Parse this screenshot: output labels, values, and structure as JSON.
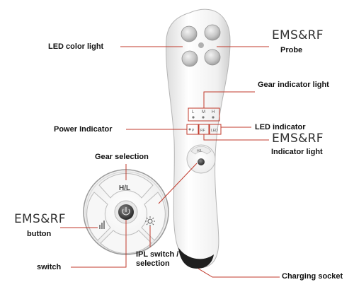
{
  "callouts": {
    "led_color_light": "LED color light",
    "ems_rf_top": "EMS&RF",
    "probe": "Probe",
    "gear_indicator_light": "Gear indicator light",
    "power_indicator": "Power Indicator",
    "led_indicator": "LED indicator",
    "ems_rf_middle": "EMS&RF",
    "indicator_light": "Indicator light",
    "gear_selection": "Gear selection",
    "ems_rf_left": "EMS&RF",
    "button": "button",
    "switch": "switch",
    "ipl_line1": "IPL switch /",
    "ipl_line2": "selection",
    "charging_socket": "Charging socket"
  },
  "panel_marks": {
    "gear_letters": [
      "L",
      "M",
      "H"
    ],
    "indicator_tags": [
      "P",
      "RF",
      "LED"
    ],
    "hl": "H/L"
  },
  "colors": {
    "leader_line": "#c0392b",
    "device_body": "#f4f4f4",
    "probe_electrode": "#b9b9b9",
    "charging_base": "#222222"
  }
}
